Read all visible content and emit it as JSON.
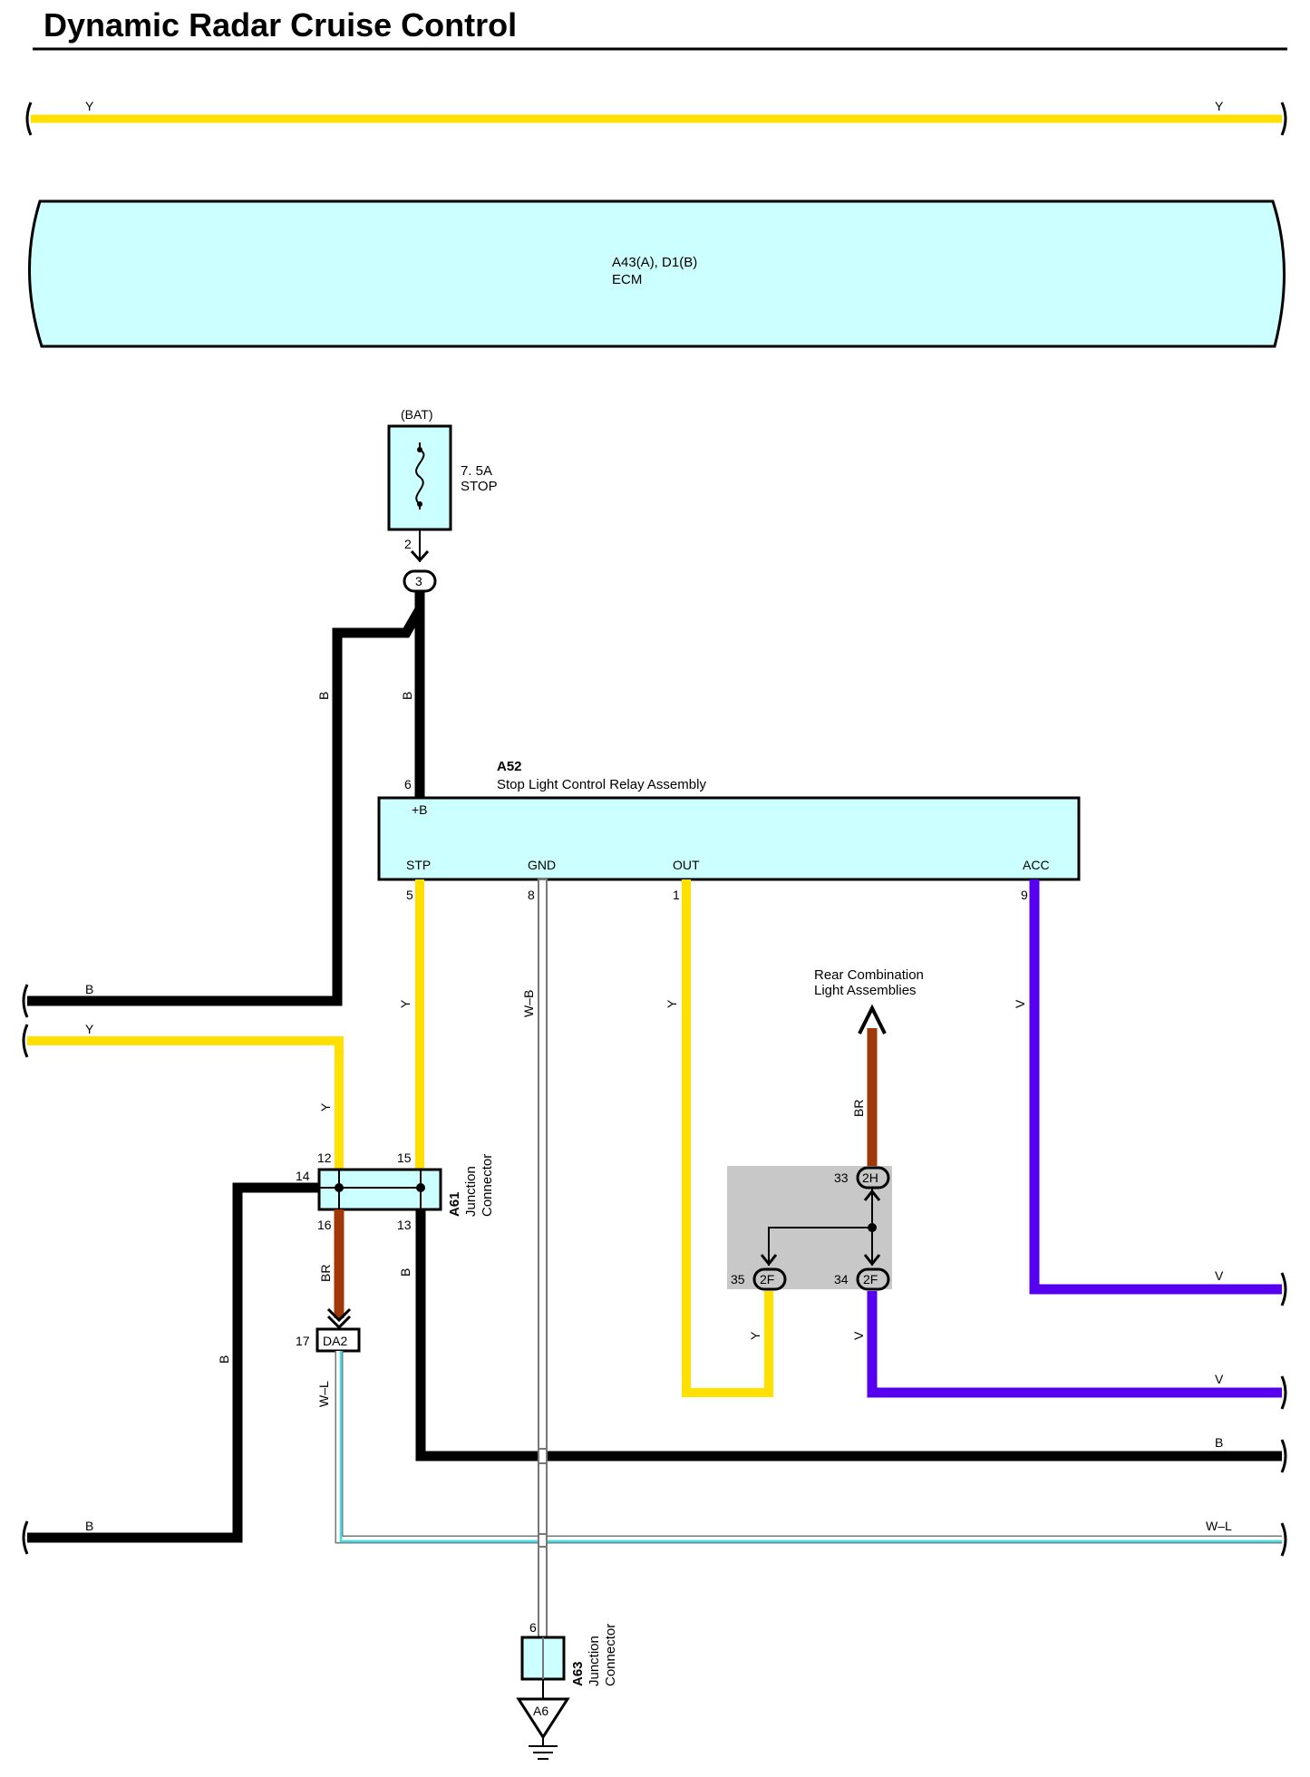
{
  "title": "Dynamic Radar Cruise Control",
  "colors": {
    "Y": "#ffe000",
    "B": "#000000",
    "BR": "#a0380a",
    "V": "#5500ee",
    "W-L_light": "#a0f4f4",
    "W-B_edge": "#777777",
    "component_fill": "#ccffff",
    "splice_box": "#c8c8c8"
  },
  "ecm": {
    "code": "A43(A), D1(B)",
    "name": "ECM"
  },
  "fuse": {
    "source": "(BAT)",
    "rating": "7. 5A",
    "name": "STOP",
    "pin": "2"
  },
  "junction_3": "3",
  "relay": {
    "code": "A52",
    "name": "Stop Light Control Relay Assembly",
    "pin_b_label": "+B",
    "pin_b_num": "6",
    "stp_label": "STP",
    "stp_num": "5",
    "gnd_label": "GND",
    "gnd_num": "8",
    "out_label": "OUT",
    "out_num": "1",
    "acc_label": "ACC",
    "acc_num": "9"
  },
  "a61": {
    "code": "A61",
    "line1": "Junction",
    "line2": "Connector",
    "pin12": "12",
    "pin15": "15",
    "pin14": "14",
    "pin16": "16",
    "pin13": "13"
  },
  "da2": {
    "code": "DA2",
    "pin": "17"
  },
  "a63": {
    "code": "A63",
    "line1": "Junction",
    "line2": "Connector",
    "pin": "6"
  },
  "ground": {
    "code": "A6"
  },
  "rear_lights": {
    "line1": "Rear Combination",
    "line2": "Light Assemblies"
  },
  "splice": {
    "c33": "2H",
    "n33": "33",
    "c35": "2F",
    "n35": "35",
    "c34": "2F",
    "n34": "34"
  },
  "wire_labels": {
    "top_left": "Y",
    "top_right": "Y",
    "b_left_vert": "B",
    "b_right_vert": "B",
    "left_b": "B",
    "left_y": "Y",
    "y_drop": "Y",
    "stp_y": "Y",
    "wb": "W–B",
    "out_y": "Y",
    "acc_v": "V",
    "br_up": "BR",
    "br_down": "BR",
    "b13": "B",
    "b_left2": "B",
    "wl": "W–L",
    "y35": "Y",
    "v34": "V",
    "v_right1": "V",
    "v_right2": "V",
    "b_right": "B",
    "wl_right": "W–L",
    "b_bottom_left": "B"
  }
}
